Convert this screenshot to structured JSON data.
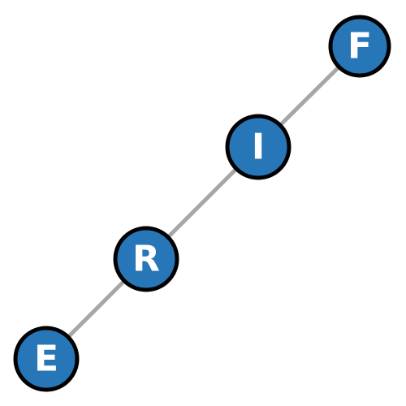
{
  "graph": {
    "nodes": [
      {
        "id": "F",
        "label": "F"
      },
      {
        "id": "I",
        "label": "I"
      },
      {
        "id": "R",
        "label": "R"
      },
      {
        "id": "E",
        "label": "E"
      }
    ],
    "edges": [
      {
        "from": "F",
        "to": "I"
      },
      {
        "from": "I",
        "to": "R"
      },
      {
        "from": "R",
        "to": "E"
      }
    ]
  },
  "colors": {
    "node_fill": "#2676b8",
    "node_outline": "#000000",
    "label": "#ffffff",
    "edge": "#a6a6a6"
  }
}
